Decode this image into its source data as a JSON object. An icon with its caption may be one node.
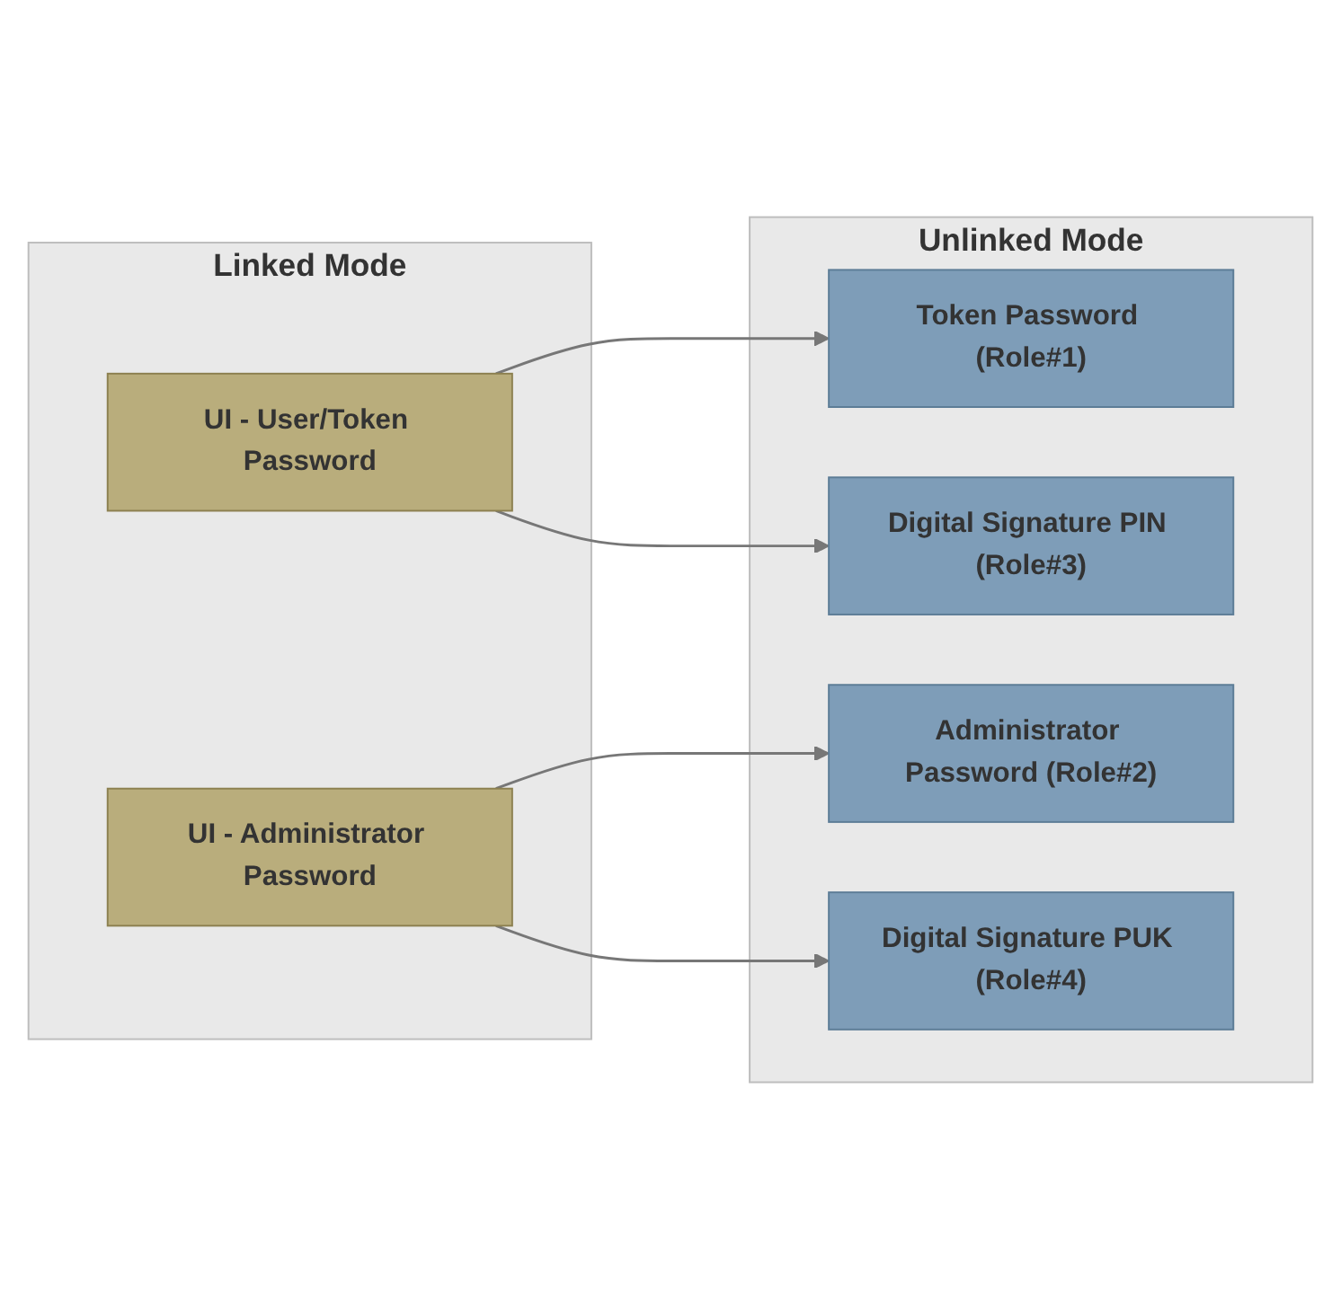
{
  "diagram": {
    "nodes": [
      {
        "text": [
          "Linked Mode"
        ]
      },
      {
        "text": [
          "UI - User/Token Password"
        ],
        "in": 0
      },
      {
        "text": [
          "UI - Administrator Password"
        ],
        "in": 0
      },
      {
        "text": [
          "Unlinked Mode"
        ]
      },
      {
        "text": [
          "Token Password (Role#1)"
        ],
        "in": 3
      },
      {
        "text": [
          "Digital Signature PIN (Role#3)"
        ],
        "in": 3
      },
      {
        "text": [
          "Administrator Password (Role#2)"
        ],
        "in": 3
      },
      {
        "text": [
          "Digital Signature PUK (Role#4)"
        ],
        "in": 3
      }
    ],
    "edges": [
      {
        "from": 1,
        "to": 4,
        "arrow": "to"
      },
      {
        "from": 1,
        "to": 5,
        "arrow": "to"
      },
      {
        "from": 2,
        "to": 6,
        "arrow": "to"
      },
      {
        "from": 2,
        "to": 7,
        "arrow": "to"
      }
    ]
  }
}
